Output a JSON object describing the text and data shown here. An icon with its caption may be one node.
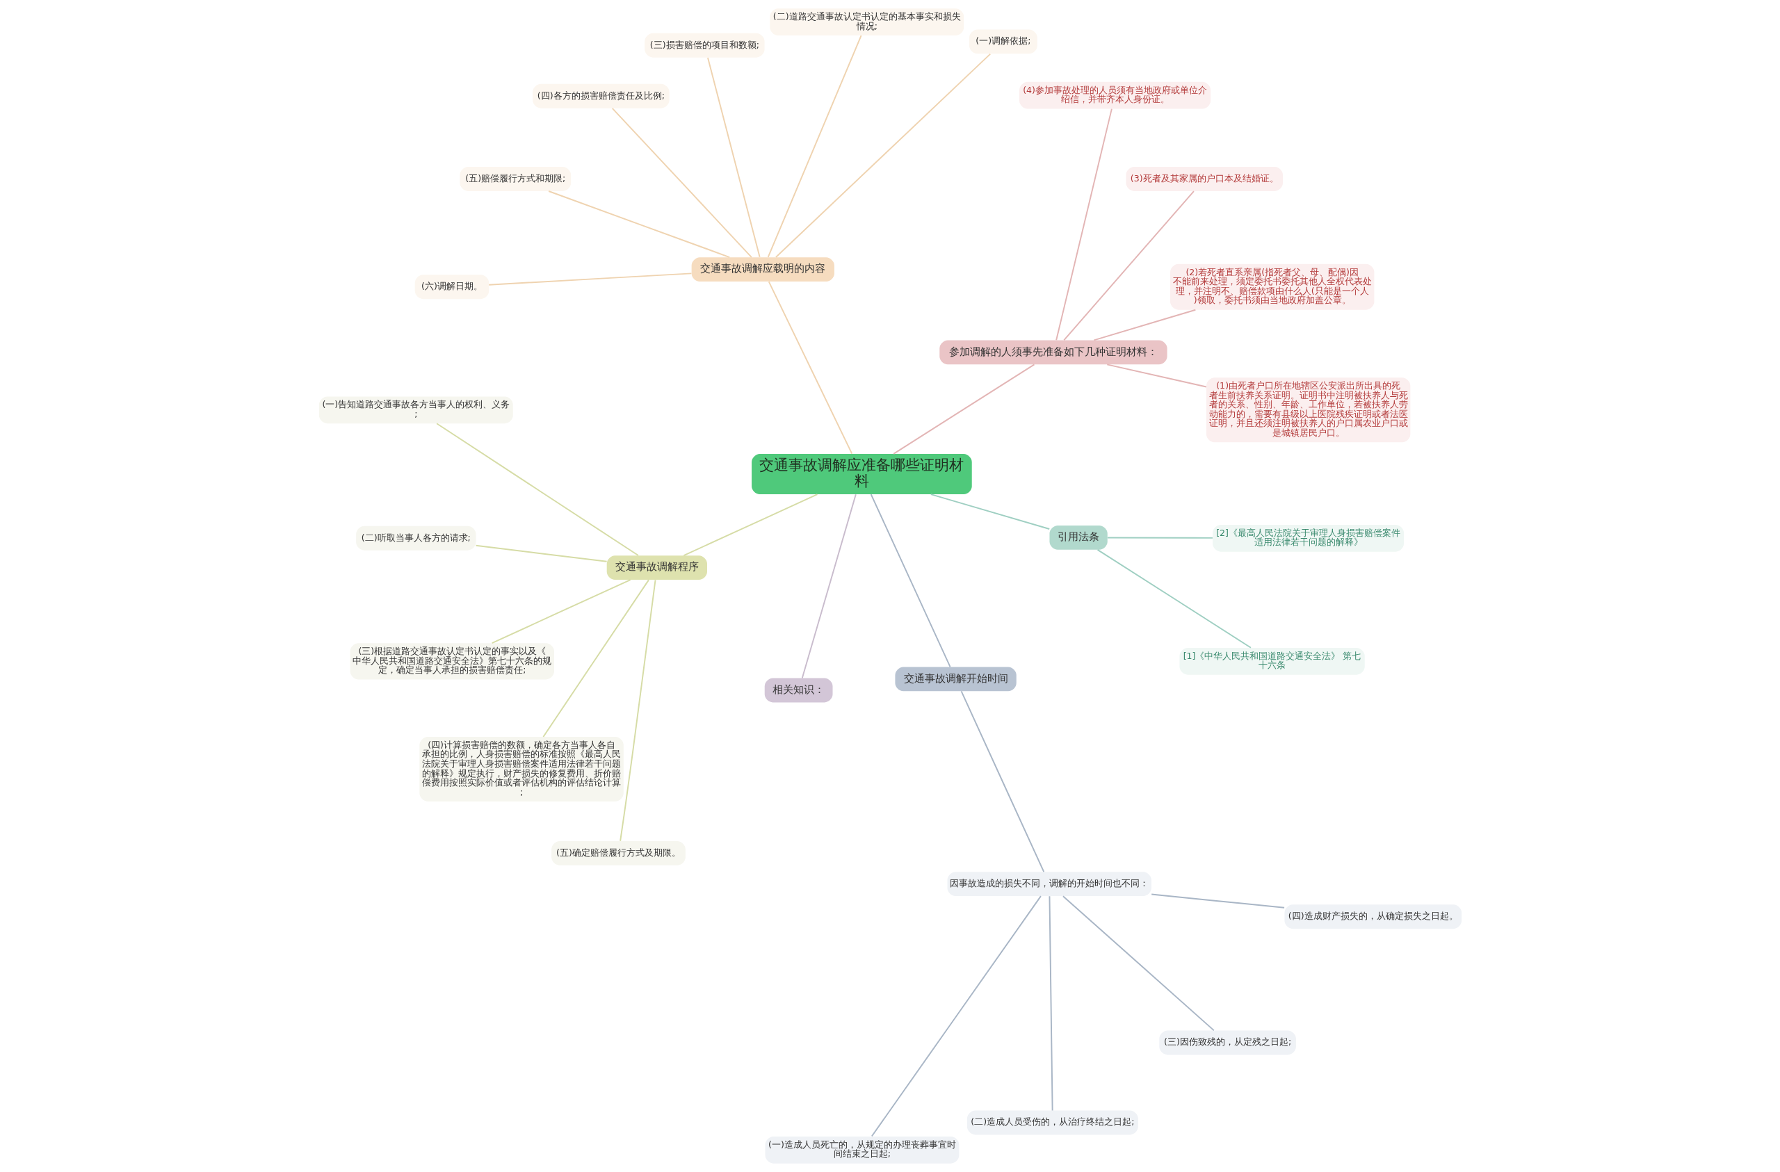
{
  "diagram": {
    "nodes": [
      {
        "text": [
          "交通事故调解应准备哪些证明材料"
        ]
      },
      {
        "text": [
          "参加调解的人须事先准备如下几种证明材料："
        ]
      },
      {
        "text": [
          "(1)由死者户口所在地辖区公安派出所出具的死者生前扶养关系证明。证明书中注明被扶养人与死者的关系、性别、年龄、工作单位，若被扶养人劳动能力的，需要有县级以上医院残疾证明或者法医证明，并且还须注明被扶养人的户口属农业户口或是城镇居民户口。"
        ]
      },
      {
        "text": [
          "(2)若死者直系亲属(指死者父、母、配偶)因不能前来处理，须定委托书委托其他人全权代表处理，并注明不、赔偿款项由什么人(只能是一个人)领取，委托书须由当地政府加盖公章。"
        ]
      },
      {
        "text": [
          "(3)死者及其家属的户口本及结婚证。"
        ]
      },
      {
        "text": [
          "(4)参加事故处理的人员须有当地政府或单位介绍信，并带齐本人身份证。"
        ]
      },
      {
        "text": [
          "交通事故调解应载明的内容"
        ]
      },
      {
        "text": [
          "(一)调解依据;"
        ]
      },
      {
        "text": [
          "(二)道路交通事故认定书认定的基本事实和损失情况;"
        ]
      },
      {
        "text": [
          "(三)损害赔偿的项目和数额;"
        ]
      },
      {
        "text": [
          "(四)各方的损害赔偿责任及比例;"
        ]
      },
      {
        "text": [
          "(五)赔偿履行方式和期限;"
        ]
      },
      {
        "text": [
          "(六)调解日期。"
        ]
      },
      {
        "text": [
          "交通事故调解程序"
        ]
      },
      {
        "text": [
          "(一)告知道路交通事故各方当事人的权利、义务;"
        ]
      },
      {
        "text": [
          "(二)听取当事人各方的请求;"
        ]
      },
      {
        "text": [
          "(三)根据道路交通事故认定书认定的事实以及《中华人民共和国道路交通安全法》第七十六条的规定，确定当事人承担的损害赔偿责任;"
        ]
      },
      {
        "text": [
          "(四)计算损害赔偿的数额，确定各方当事人各自承担的比例，人身损害赔偿的标准按照《最高人民法院关于审理人身损害赔偿案件适用法律若干问题的解释》规定执行，财产损失的修复费用、折价赔偿费用按照实际价值或者评估机构的评估结论计算;"
        ]
      },
      {
        "text": [
          "(五)确定赔偿履行方式及期限。"
        ]
      },
      {
        "text": [
          "相关知识："
        ]
      },
      {
        "text": [
          "交通事故调解开始时间"
        ]
      },
      {
        "text": [
          "因事故造成的损失不同，调解的开始时间也不同："
        ]
      },
      {
        "text": [
          "(一)造成人员死亡的，从规定的办理丧葬事宜时间结束之日起;"
        ]
      },
      {
        "text": [
          "(二)造成人员受伤的，从治疗终结之日起;"
        ]
      },
      {
        "text": [
          "(三)因伤致残的，从定残之日起;"
        ]
      },
      {
        "text": [
          "(四)造成财产损失的，从确定损失之日起。"
        ]
      },
      {
        "text": [
          "引用法条"
        ]
      },
      {
        "text": [
          "[1]《中华人民共和国道路交通安全法》 第七十六条"
        ]
      },
      {
        "text": [
          "[2]《最高人民法院关于审理人身损害赔偿案件适用法律若干问题的解释》"
        ]
      }
    ],
    "edges": [
      {
        "from": 0,
        "to": 1,
        "arrow": "none",
        "color": "#e3b5b5"
      },
      {
        "from": 1,
        "to": 2,
        "arrow": "none",
        "color": "#e3b5b5"
      },
      {
        "from": 1,
        "to": 3,
        "arrow": "none",
        "color": "#e3b5b5"
      },
      {
        "from": 1,
        "to": 4,
        "arrow": "none",
        "color": "#e3b5b5"
      },
      {
        "from": 1,
        "to": 5,
        "arrow": "none",
        "color": "#e3b5b5"
      },
      {
        "from": 0,
        "to": 6,
        "arrow": "none",
        "color": "#efd3b0"
      },
      {
        "from": 6,
        "to": 7,
        "arrow": "none",
        "color": "#efd3b0"
      },
      {
        "from": 6,
        "to": 8,
        "arrow": "none",
        "color": "#efd3b0"
      },
      {
        "from": 6,
        "to": 9,
        "arrow": "none",
        "color": "#efd3b0"
      },
      {
        "from": 6,
        "to": 10,
        "arrow": "none",
        "color": "#efd3b0"
      },
      {
        "from": 6,
        "to": 11,
        "arrow": "none",
        "color": "#efd3b0"
      },
      {
        "from": 6,
        "to": 12,
        "arrow": "none",
        "color": "#efd3b0"
      },
      {
        "from": 0,
        "to": 13,
        "arrow": "none",
        "color": "#d6dca6"
      },
      {
        "from": 13,
        "to": 14,
        "arrow": "none",
        "color": "#d6dca6"
      },
      {
        "from": 13,
        "to": 15,
        "arrow": "none",
        "color": "#d6dca6"
      },
      {
        "from": 13,
        "to": 16,
        "arrow": "none",
        "color": "#d6dca6"
      },
      {
        "from": 13,
        "to": 17,
        "arrow": "none",
        "color": "#d6dca6"
      },
      {
        "from": 13,
        "to": 18,
        "arrow": "none",
        "color": "#d6dca6"
      },
      {
        "from": 0,
        "to": 19,
        "arrow": "none",
        "color": "#c9bccd"
      },
      {
        "from": 0,
        "to": 20,
        "arrow": "none",
        "color": "#a9b6c6"
      },
      {
        "from": 20,
        "to": 21,
        "arrow": "none",
        "color": "#a9b6c6"
      },
      {
        "from": 21,
        "to": 22,
        "arrow": "none",
        "color": "#a9b6c6"
      },
      {
        "from": 21,
        "to": 23,
        "arrow": "none",
        "color": "#a9b6c6"
      },
      {
        "from": 21,
        "to": 24,
        "arrow": "none",
        "color": "#a9b6c6"
      },
      {
        "from": 21,
        "to": 25,
        "arrow": "none",
        "color": "#a9b6c6"
      },
      {
        "from": 0,
        "to": 26,
        "arrow": "none",
        "color": "#9fcfc2"
      },
      {
        "from": 26,
        "to": 27,
        "arrow": "none",
        "color": "#9fcfc2"
      },
      {
        "from": 26,
        "to": 28,
        "arrow": "none",
        "color": "#9fcfc2"
      }
    ]
  }
}
